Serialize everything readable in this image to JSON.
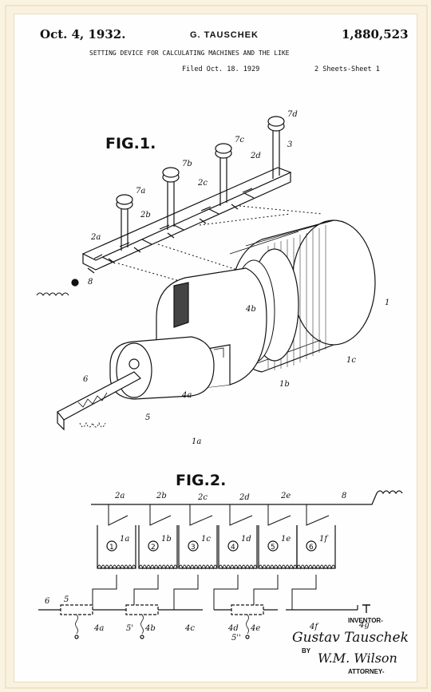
{
  "header": {
    "date": "Oct. 4, 1932.",
    "inventor_name": "G. TAUSCHEK",
    "patent_number": "1,880,523",
    "title": "SETTING DEVICE FOR CALCULATING MACHINES AND THE LIKE",
    "filed": "Filed Oct. 18. 1929",
    "sheets": "2 Sheets-Sheet 1"
  },
  "fig1": {
    "label": "FIG.1.",
    "refs": [
      "7a",
      "7b",
      "7c",
      "7d",
      "3",
      "2a",
      "2b",
      "2c",
      "2d",
      "8",
      "6",
      "5",
      "4a",
      "4b",
      "1a",
      "1b",
      "1c",
      "1"
    ]
  },
  "fig2": {
    "label": "FIG.2.",
    "refs": [
      "2a",
      "2b",
      "2c",
      "2d",
      "2e",
      "8",
      "1a",
      "1b",
      "1c",
      "1d",
      "1e",
      "1f",
      "6",
      "5",
      "4a",
      "5'",
      "4b",
      "4c",
      "4d",
      "4e",
      "5''",
      "4f",
      "4g"
    ],
    "circle_numbers": [
      "1",
      "2",
      "3",
      "4",
      "5",
      "6"
    ]
  },
  "signature": {
    "inventor_label": "INVENTOR-",
    "inventor_sig": "Gustav Tauschek",
    "by": "BY",
    "attorney_sig": "W.M. Wilson",
    "attorney_label": "ATTORNEY-"
  }
}
